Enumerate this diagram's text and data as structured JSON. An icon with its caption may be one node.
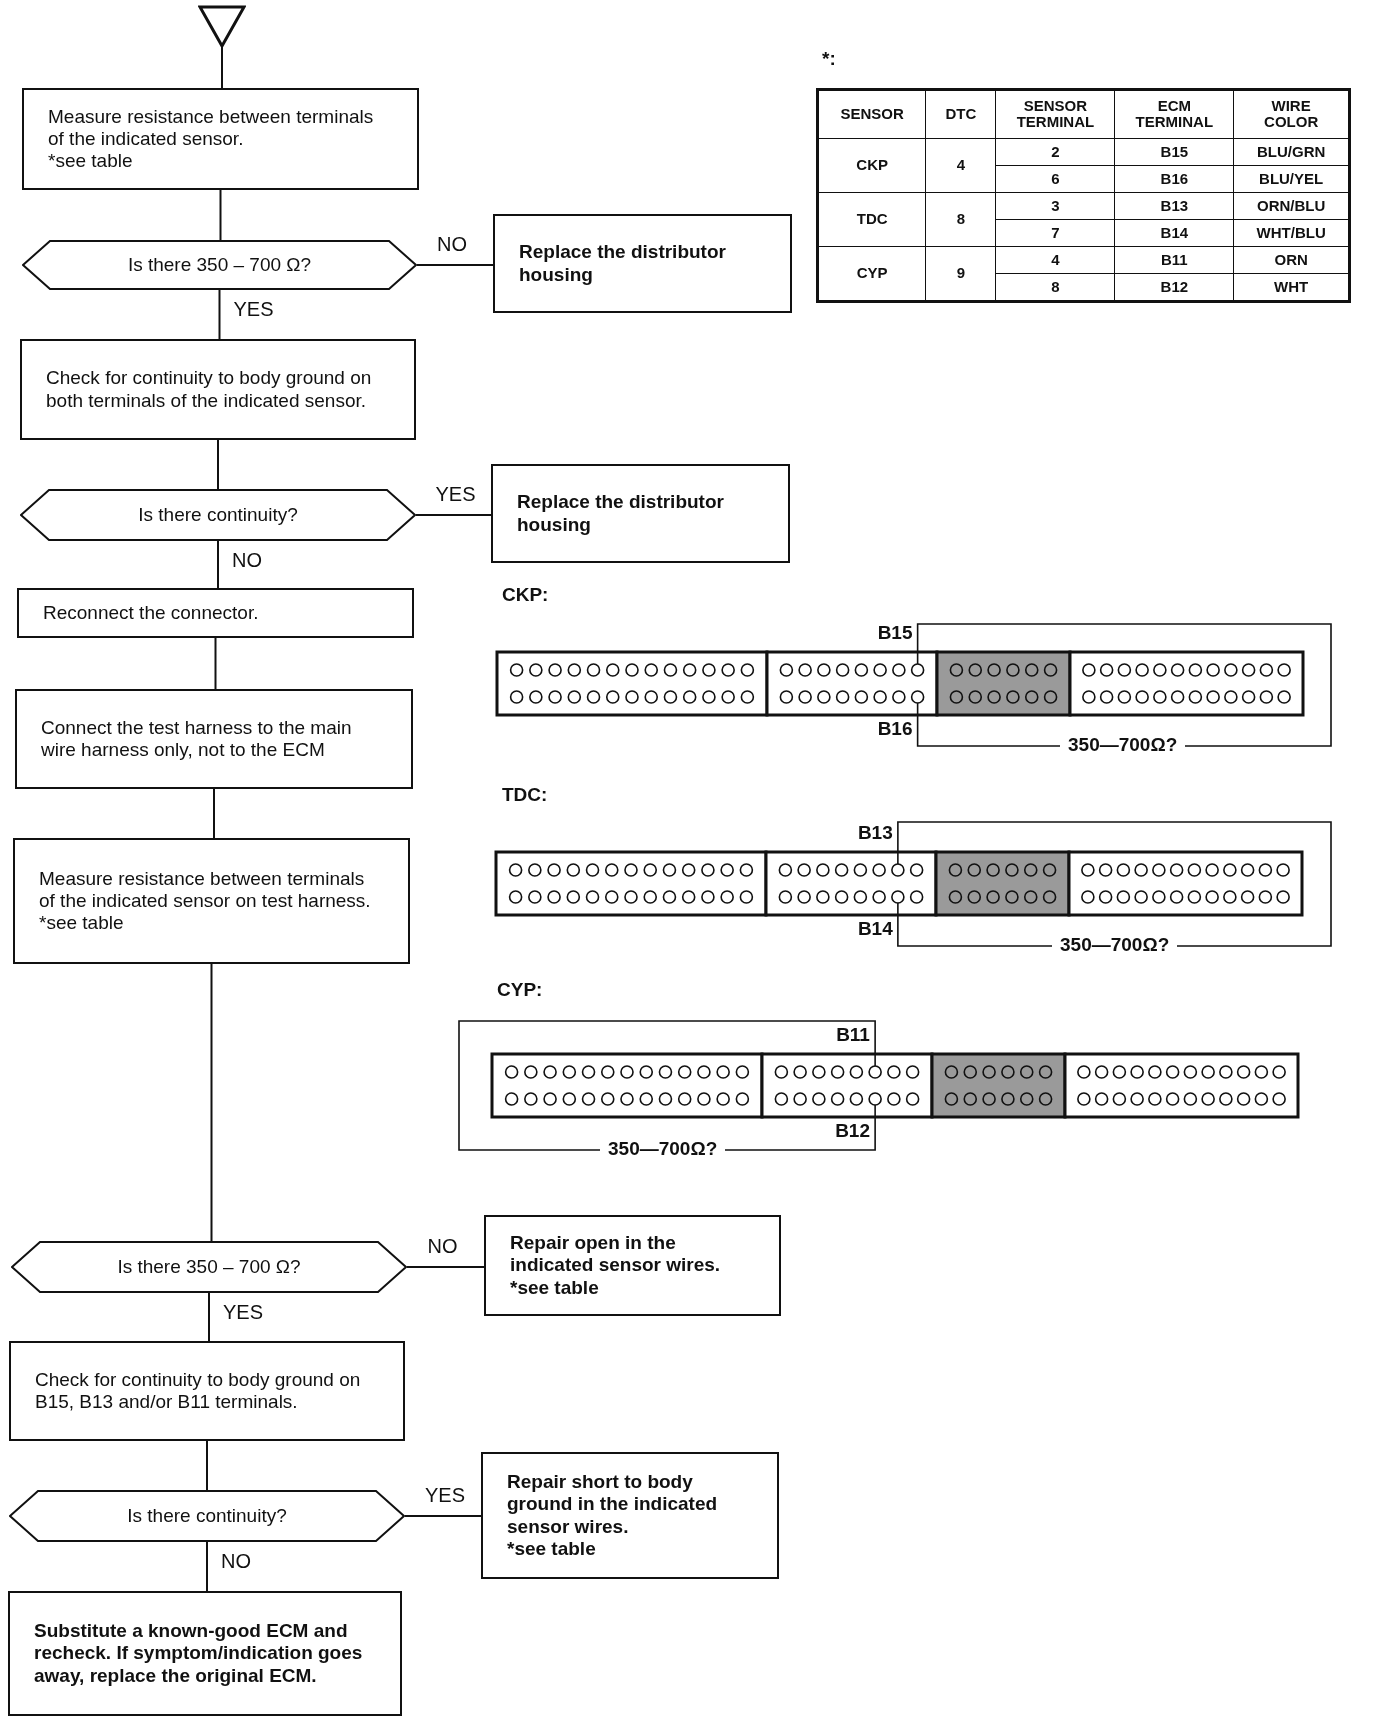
{
  "diagram": {
    "nodes": [
      {
        "text": [],
        "shape": "triangle"
      },
      {
        "text": [
          "Measure resistance between terminals of the indicated sensor.",
          "*see table"
        ]
      },
      {
        "text": [
          "Is there 350 – 700 Ω?"
        ]
      },
      {
        "text": [
          "Replace the distributor housing"
        ]
      },
      {
        "text": [
          "Check for continuity to body ground on both terminals of the indicated sensor."
        ]
      },
      {
        "text": [
          "Is there continuity?"
        ]
      },
      {
        "text": [
          "Replace the distributor housing"
        ]
      },
      {
        "text": [
          "Reconnect the connector."
        ]
      },
      {
        "text": [
          "Connect the test harness to the main wire harness only, not to the ECM"
        ]
      },
      {
        "text": [
          "Measure resistance between terminals of the indicated sensor on test harness.",
          "*see table"
        ]
      },
      {
        "text": [
          "Is there 350 – 700 Ω?"
        ]
      },
      {
        "text": [
          "Repair open in the indicated sensor wires.",
          "*see table"
        ]
      },
      {
        "text": [
          "Check for continuity to body ground on B15, B13 and/or B11 terminals."
        ]
      },
      {
        "text": [
          "Is there continuity?"
        ]
      },
      {
        "text": [
          "Repair short to body ground in the indicated sensor wires.",
          "*see table"
        ]
      },
      {
        "text": [
          "Substitute a known-good ECM and recheck. If symptom/indication goes away, replace the original ECM."
        ]
      }
    ],
    "edges": [
      {
        "from": 0,
        "to": 1,
        "arrow": "none"
      },
      {
        "from": 1,
        "to": 2,
        "arrow": "none"
      },
      {
        "from": 2,
        "to": 3,
        "arrow": "none",
        "label": "NO"
      },
      {
        "from": 2,
        "to": 4,
        "arrow": "none",
        "label": "YES"
      },
      {
        "from": 4,
        "to": 5,
        "arrow": "none"
      },
      {
        "from": 5,
        "to": 6,
        "arrow": "none",
        "label": "YES"
      },
      {
        "from": 5,
        "to": 7,
        "arrow": "none",
        "label": "NO"
      },
      {
        "from": 7,
        "to": 8,
        "arrow": "none"
      },
      {
        "from": 8,
        "to": 9,
        "arrow": "none"
      },
      {
        "from": 9,
        "to": 10,
        "arrow": "none"
      },
      {
        "from": 10,
        "to": 11,
        "arrow": "none",
        "label": "NO"
      },
      {
        "from": 10,
        "to": 12,
        "arrow": "none",
        "label": "YES"
      },
      {
        "from": 12,
        "to": 13,
        "arrow": "none"
      },
      {
        "from": 13,
        "to": 14,
        "arrow": "none",
        "label": "YES"
      },
      {
        "from": 13,
        "to": 15,
        "arrow": "none",
        "label": "NO"
      }
    ],
    "labels": [
      "*:",
      "SENSOR",
      "DTC",
      "SENSOR TERMINAL",
      "ECM TERMINAL",
      "WIRE COLOR",
      "CKP",
      "4",
      "2",
      "B15",
      "BLU/GRN",
      "6",
      "B16",
      "BLU/YEL",
      "TDC",
      "8",
      "3",
      "B13",
      "ORN/BLU",
      "7",
      "B14",
      "WHT/BLU",
      "CYP",
      "9",
      "4",
      "B11",
      "ORN",
      "8",
      "B12",
      "WHT",
      "CKP:",
      "B15",
      "B16",
      "350—700Ω?",
      "TDC:",
      "B13",
      "B14",
      "350—700Ω?",
      "CYP:",
      "B11",
      "B12",
      "350—700Ω?"
    ]
  }
}
